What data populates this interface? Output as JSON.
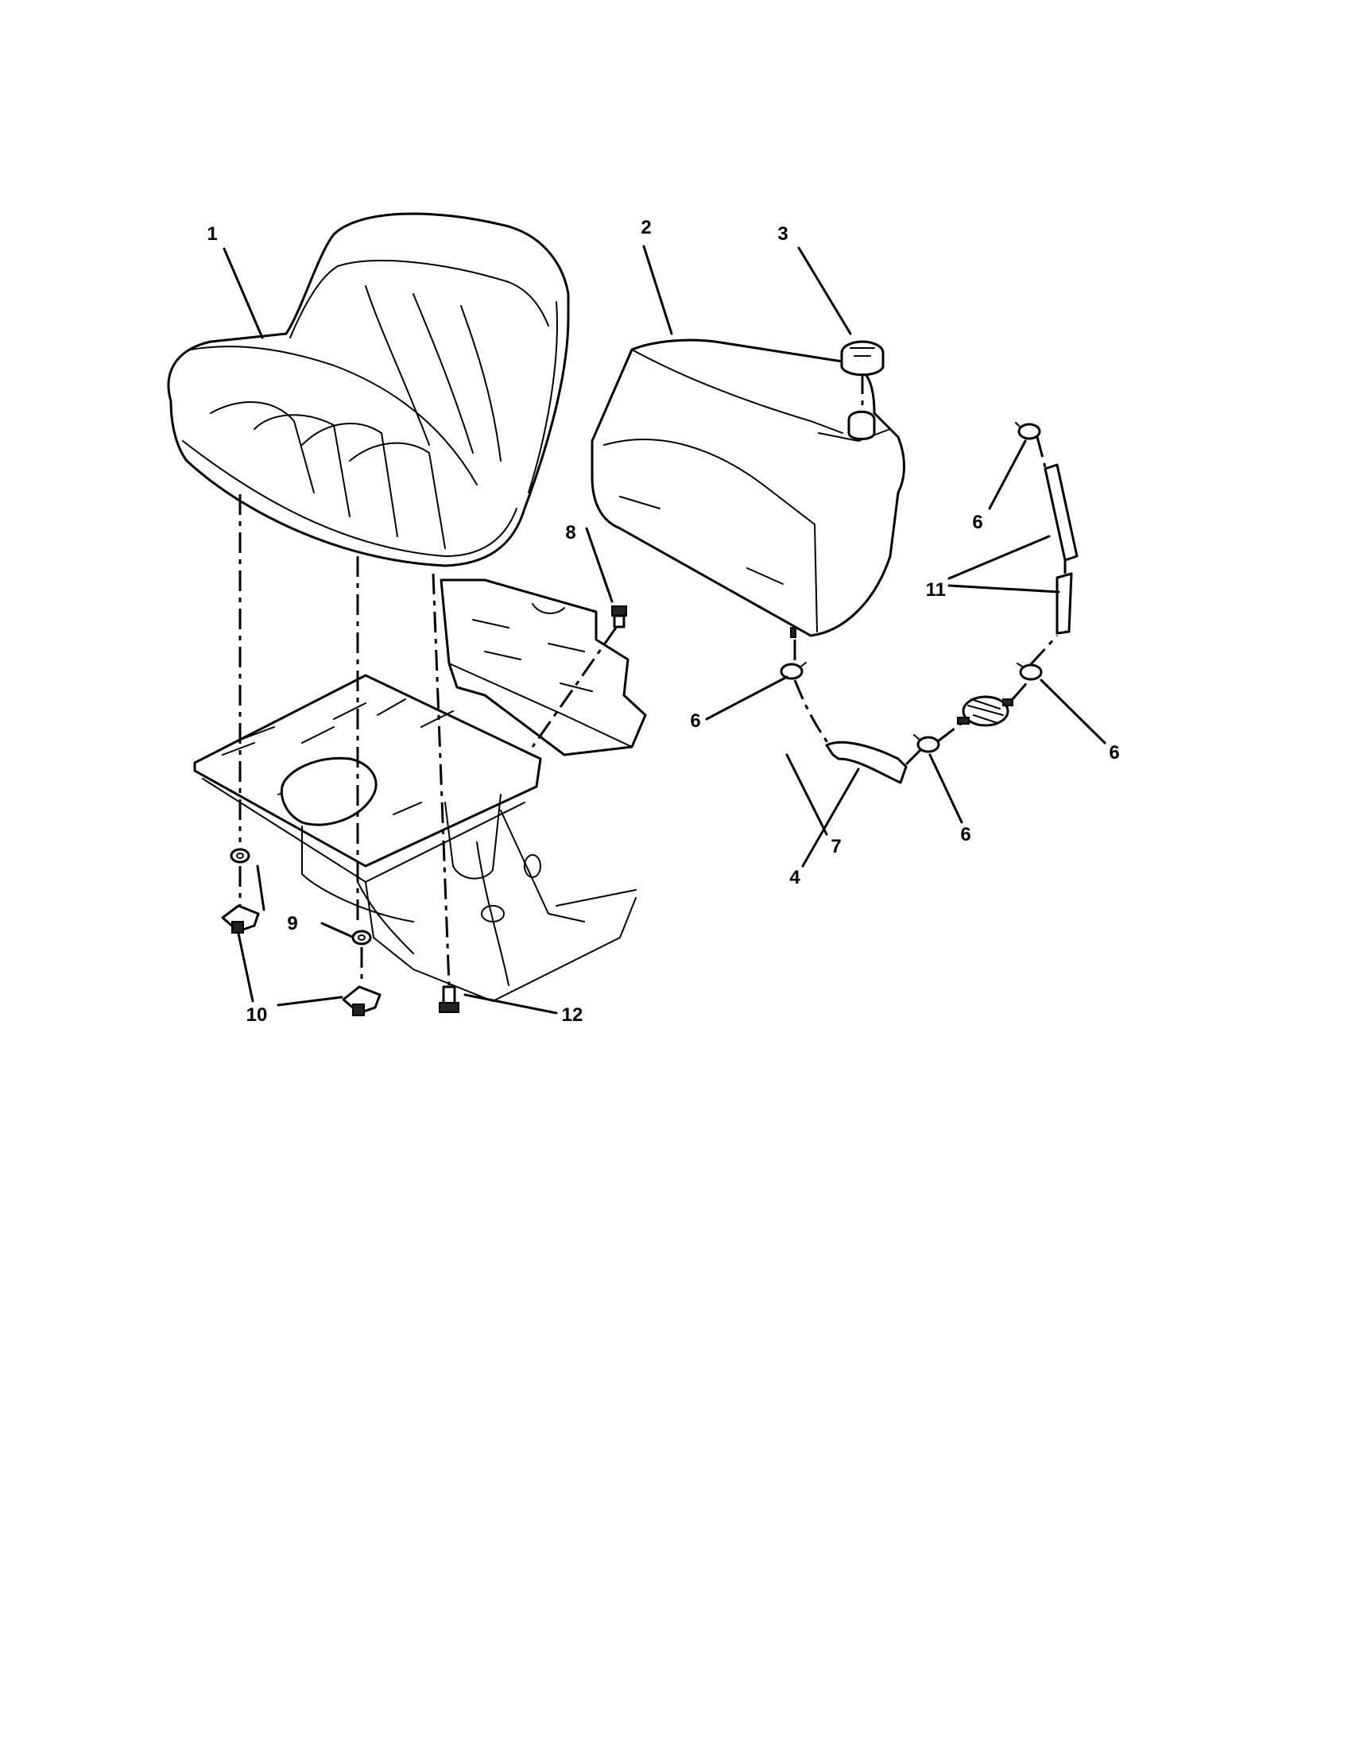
{
  "callouts": {
    "c1": "1",
    "c2": "2",
    "c3": "3",
    "c4": "4",
    "c6a": "6",
    "c6b": "6",
    "c6c": "6",
    "c6d": "6",
    "c7": "7",
    "c8": "8",
    "c9": "9",
    "c10": "10",
    "c11": "11",
    "c12": "12"
  },
  "colors": {
    "ink": "#000000",
    "paper": "#ffffff"
  }
}
